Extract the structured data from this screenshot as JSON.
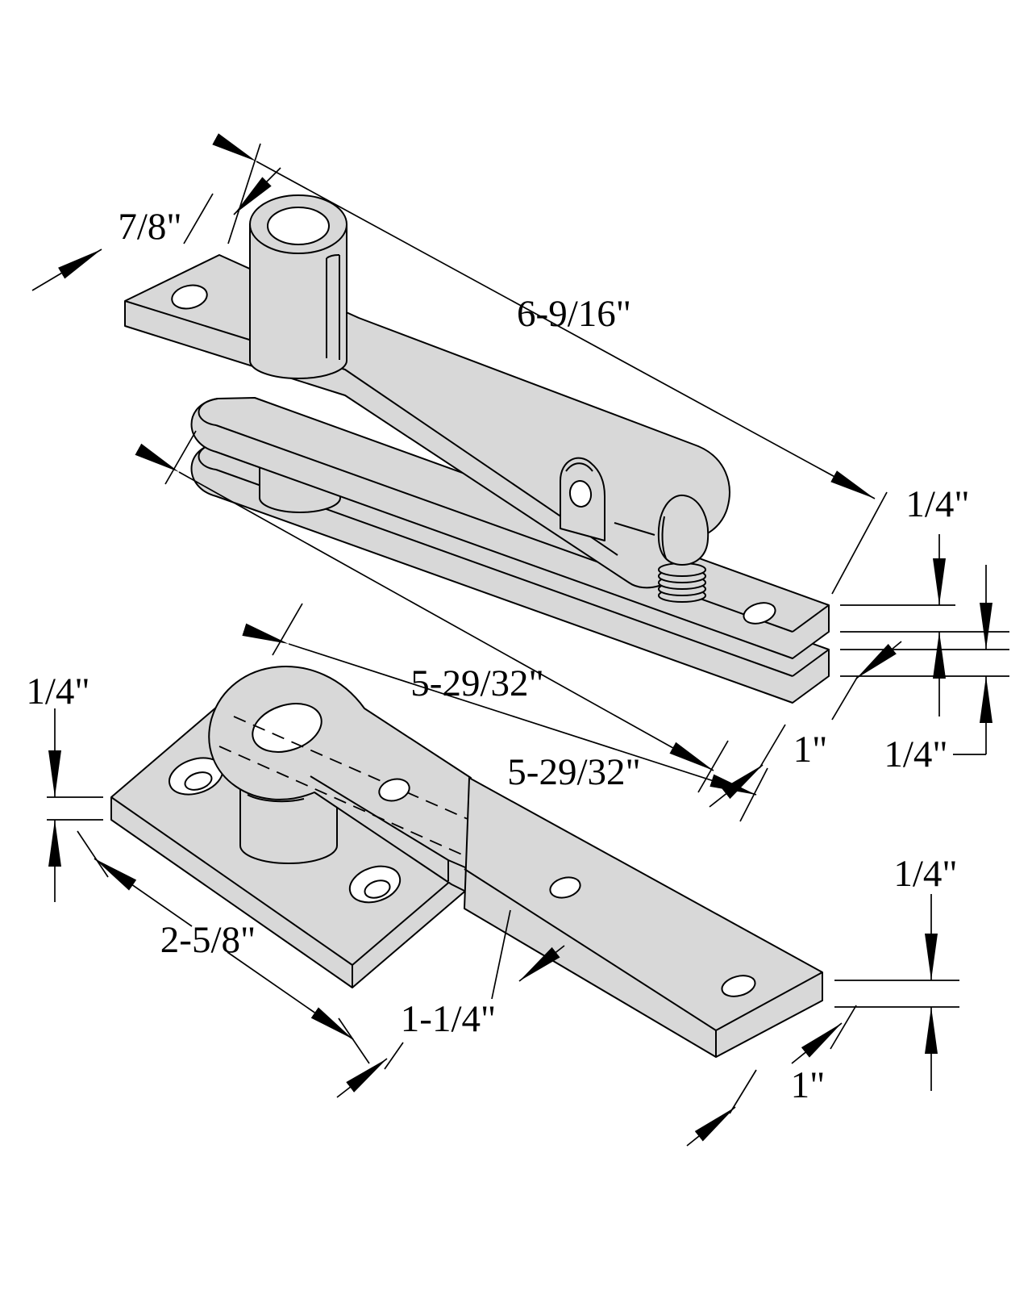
{
  "diagram": {
    "kind": "isometric dimensioned drawing",
    "subject": "door pivot hinge set, top and bottom pivot assemblies",
    "background_color": "#ffffff",
    "part_fill_color": "#d8d8d8",
    "line_color": "#000000"
  },
  "dims": [
    {
      "id": "top-plate-width",
      "text": "7/8\""
    },
    {
      "id": "arm-length",
      "text": "6-9/16\""
    },
    {
      "id": "upper-strap-thickness",
      "text": "1/4\""
    },
    {
      "id": "upper-strap-length",
      "text": "5-29/32\""
    },
    {
      "id": "upper-strap-end-width",
      "text": "1\""
    },
    {
      "id": "lower-strap-thickness",
      "text": "1/4\""
    },
    {
      "id": "base-plate-thickness",
      "text": "1/4\""
    },
    {
      "id": "bottom-strap-length",
      "text": "5-29/32\""
    },
    {
      "id": "base-plate-length",
      "text": "2-5/8\""
    },
    {
      "id": "strap-offset",
      "text": "1-1/4\""
    },
    {
      "id": "bottom-strap-thickness",
      "text": "1/4\""
    },
    {
      "id": "bottom-strap-end-width",
      "text": "1\""
    }
  ]
}
